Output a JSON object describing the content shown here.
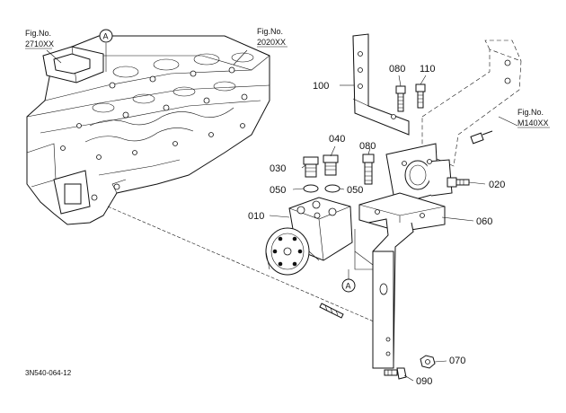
{
  "figure_refs": {
    "cylinder_head": [
      "Fig.No.",
      "2710XX"
    ],
    "engine_block": [
      "Fig.No.",
      "2020XX"
    ],
    "bracket_ref": [
      "Fig.No.",
      "M140XX"
    ]
  },
  "ref_marker": "A",
  "callouts": {
    "c010": "010",
    "c020": "020",
    "c030": "030",
    "c040": "040",
    "c050a": "050",
    "c050b": "050",
    "c060": "060",
    "c070": "070",
    "c080a": "080",
    "c080b": "080",
    "c090": "090",
    "c100": "100",
    "c110": "110"
  },
  "drawing_code": "3N540-064-12"
}
